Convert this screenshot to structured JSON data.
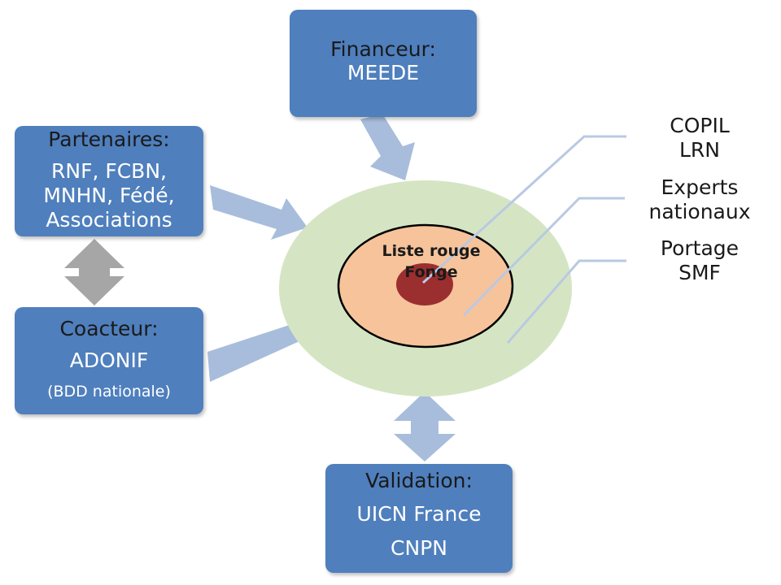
{
  "financeur": {
    "title": "Financeur:",
    "name": "MEEDE"
  },
  "partenaires": {
    "title": "Partenaires:",
    "line1": "RNF, FCBN,",
    "line2": "MNHN, Fédé,",
    "line3": "Associations"
  },
  "coacteur": {
    "title": "Coacteur:",
    "name": "ADONIF",
    "note": "(BDD nationale)"
  },
  "validation": {
    "title": "Validation:",
    "line1": "UICN France",
    "line2": "CNPN"
  },
  "center": {
    "line1": "Liste rouge",
    "line2": "Fonge"
  },
  "rings": {
    "copil": {
      "line1": "COPIL",
      "line2": "LRN"
    },
    "experts": {
      "line1": "Experts",
      "line2": "nationaux"
    },
    "portage": {
      "line1": "Portage",
      "line2": "SMF"
    }
  },
  "colors": {
    "box": "#4f7fbd",
    "arrow": "#a8bddb",
    "double_arrow_left": "#a6a6a6",
    "outer_ring": "#d5e5c3",
    "middle_ring": "#f6c39b",
    "core": "#9b2f2f",
    "leader_line": "#b9c9e3"
  }
}
